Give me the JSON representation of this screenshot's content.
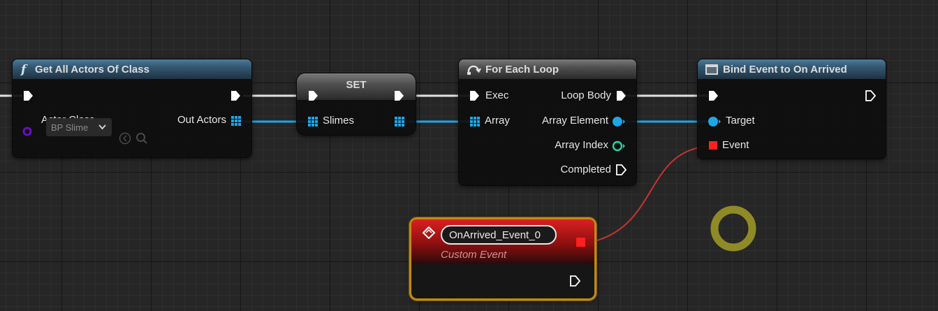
{
  "nodes": {
    "get_all_actors": {
      "title": "Get All Actors Of Class",
      "icon": "function-icon",
      "pins": {
        "actor_class": "Actor Class",
        "out_actors": "Out Actors"
      },
      "class_value": "BP Slime"
    },
    "set": {
      "title": "SET",
      "pins": {
        "slimes": "Slimes"
      }
    },
    "for_each_loop": {
      "title": "For Each Loop",
      "icon": "loop-icon",
      "pins": {
        "exec": "Exec",
        "array": "Array",
        "loop_body": "Loop Body",
        "array_element": "Array Element",
        "array_index": "Array Index",
        "completed": "Completed"
      }
    },
    "bind_event": {
      "title": "Bind Event to On Arrived",
      "icon": "node-icon",
      "pins": {
        "target": "Target",
        "event": "Event"
      }
    },
    "custom_event": {
      "name": "OnArrived_Event_0",
      "subtitle": "Custom Event",
      "icon": "event-diamond-icon"
    }
  },
  "colors": {
    "exec": "#ffffff",
    "object_array": "#1fa6e8",
    "integer": "#1fd7a9",
    "delegate": "#ff2020",
    "class": "#6a0dc4",
    "header_blue": "#355a74",
    "event_border": "#c08a16",
    "reroute_ring": "#8f8a25"
  }
}
